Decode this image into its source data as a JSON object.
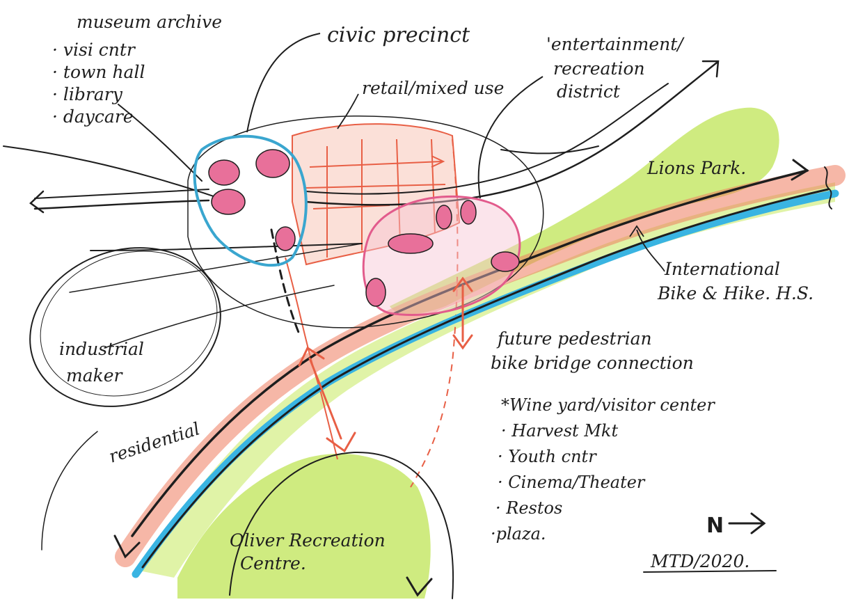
{
  "colors": {
    "ink": "#1e1e1e",
    "red_pencil": "#e85f45",
    "pink_fill": "#e8709a",
    "pink_outline": "#e25b8c",
    "blue_outline": "#3aa6cf",
    "river_blue": "#39b4e2",
    "park_green": "#c7e86a"
  },
  "labels": {
    "civic_precinct": "civic precinct",
    "civic_list": [
      "museum archive",
      "· visi cntr",
      "· town hall",
      "· library",
      "· daycare"
    ],
    "retail_mixed_use": "retail/mixed use",
    "entertainment_title": "'entertainment/",
    "entertainment_line2": "recreation",
    "entertainment_line3": "district",
    "lions_park": "Lions Park.",
    "trail_line1": "International",
    "trail_line2": "Bike & Hike. H.S.",
    "bridge_line1": "future pedestrian",
    "bridge_line2": "bike bridge connection",
    "district_list": [
      "*Wine yard/visitor center",
      "· Harvest Mkt",
      "· Youth cntr",
      "· Cinema/Theater",
      "· Restos",
      "·plaza."
    ],
    "industrial_line1": "industrial",
    "industrial_line2": "maker",
    "residential": "residential",
    "oliver_line1": "Oliver Recreation",
    "oliver_line2": "Centre.",
    "north_label": "N",
    "signature": "MTD/2020."
  }
}
